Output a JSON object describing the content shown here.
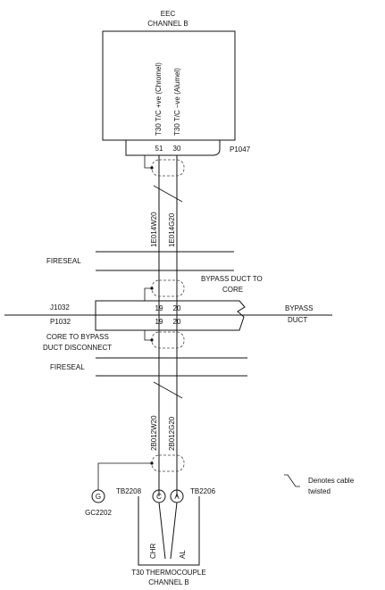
{
  "eec": {
    "title_line1": "EEC",
    "title_line2": "CHANNEL B"
  },
  "wires": {
    "chromel_label": "T30 T/C  +ve (Chromel)",
    "alumel_label": "T30 T/C  –ve (Alumel)",
    "upper_left_cable": "1E014W20",
    "upper_right_cable": "1E014G20",
    "lower_left_cable": "2B012W20",
    "lower_right_cable": "2B012G20"
  },
  "connectors": {
    "p1047": {
      "name": "P1047",
      "pin_left": "51",
      "pin_right": "30"
    },
    "j1032": {
      "name": "J1032",
      "pin_left": "19",
      "pin_right": "20"
    },
    "p1032": {
      "name": "P1032",
      "pin_left": "19",
      "pin_right": "20"
    }
  },
  "firewalls": {
    "upper": "FIRESEAL",
    "lower": "FIRESEAL"
  },
  "annotations": {
    "bypass_to_core_line1": "BYPASS DUCT TO",
    "bypass_to_core_line2": "CORE",
    "core_to_bypass_line1": "CORE TO BYPASS",
    "core_to_bypass_line2": "DUCT DISCONNECT",
    "bypass_duct_line1": "BYPASS",
    "bypass_duct_line2": "DUCT"
  },
  "terminals": {
    "ground_symbol": "G",
    "ground_name": "GC2202",
    "chromel_symbol": "C",
    "alumel_symbol": "A",
    "tb_left": "TB2208",
    "tb_right": "TB2206"
  },
  "thermocouple": {
    "lead_chr": "CHR",
    "lead_al": "AL",
    "title_line1": "T30 THERMOCOUPLE",
    "title_line2": "CHANNEL B"
  },
  "legend": {
    "line1": "Denotes cable",
    "line2": "twisted"
  }
}
